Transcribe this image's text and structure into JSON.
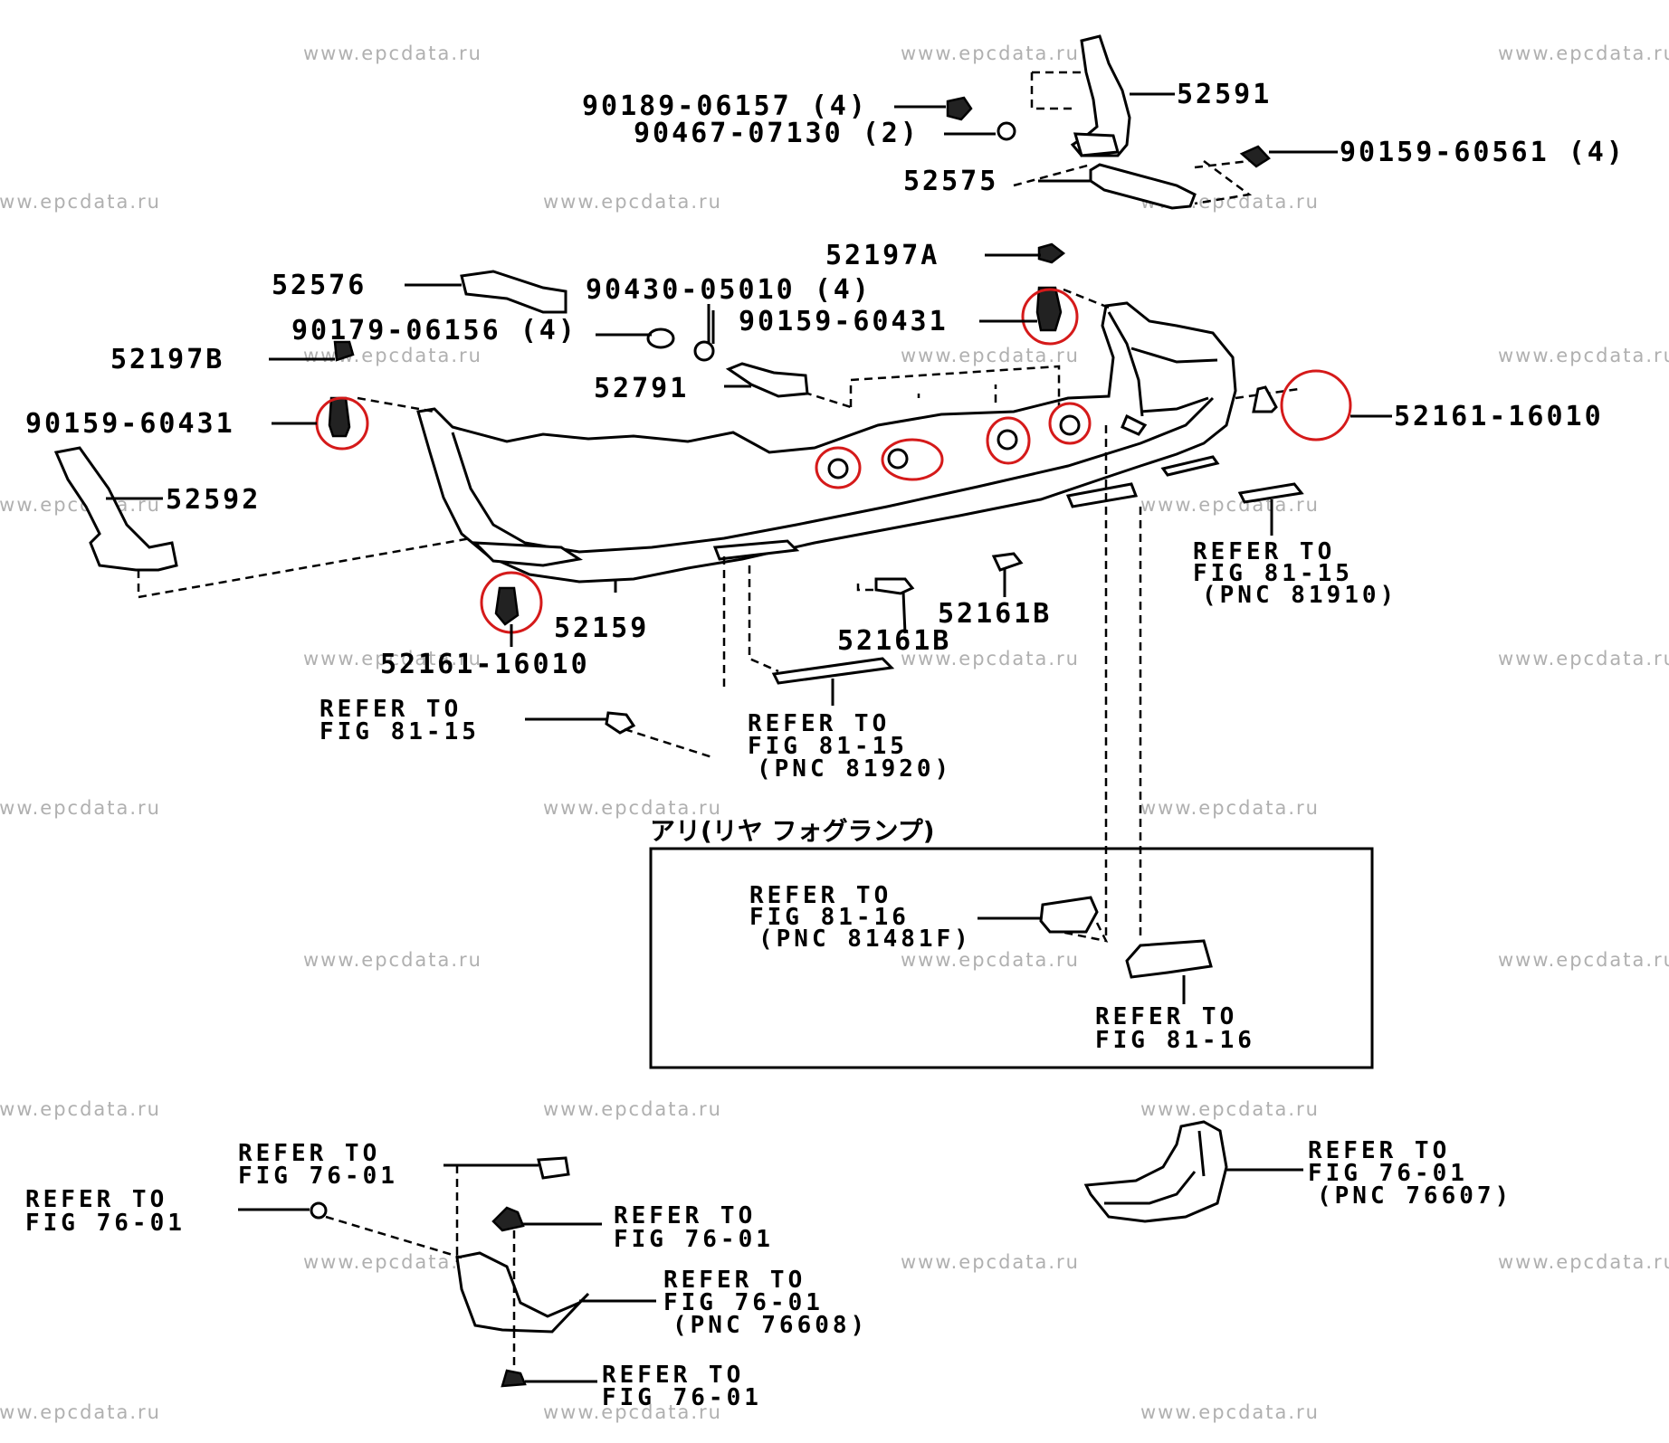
{
  "watermark": "www.epcdata.ru",
  "parts": {
    "p52591": "52591",
    "p90189": "90189-06157 (4)",
    "p90467": "90467-07130 (2)",
    "p90159_60561": "90159-60561 (4)",
    "p52575": "52575",
    "p52197a": "52197A",
    "p52576": "52576",
    "p90430": "90430-05010 (4)",
    "p90159_60431_top": "90159-60431",
    "p90179": "90179-06156 (4)",
    "p52197b": "52197B",
    "p52791": "52791",
    "p90159_60431_left": "90159-60431",
    "p52161_16010_right": "52161-16010",
    "p52592": "52592",
    "p52159": "52159",
    "p52161b_right": "52161B",
    "p52161b_left": "52161B",
    "p52161_16010_bottom": "52161-16010"
  },
  "refs": {
    "r81910": [
      "REFER TO",
      "FIG 81-15",
      "(PNC 81910)"
    ],
    "r81_15": [
      "REFER TO",
      "FIG 81-15"
    ],
    "r81920": [
      "REFER TO",
      "FIG 81-15",
      "(PNC 81920)"
    ],
    "r81481f": [
      "REFER TO",
      "FIG 81-16",
      "(PNC 81481F)"
    ],
    "r81_16": [
      "REFER TO",
      "FIG 81-16"
    ],
    "r76_a": [
      "REFER TO",
      "FIG 76-01"
    ],
    "r76_b": [
      "REFER TO",
      "FIG 76-01"
    ],
    "r76_c": [
      "REFER TO",
      "FIG 76-01"
    ],
    "r76608": [
      "REFER TO",
      "FIG 76-01",
      "(PNC 76608)"
    ],
    "r76_d": [
      "REFER TO",
      "FIG 76-01"
    ],
    "r76607": [
      "REFER TO",
      "FIG 76-01",
      "(PNC 76607)"
    ]
  },
  "fog_box_title": "アリ(リヤ フォグランプ)"
}
